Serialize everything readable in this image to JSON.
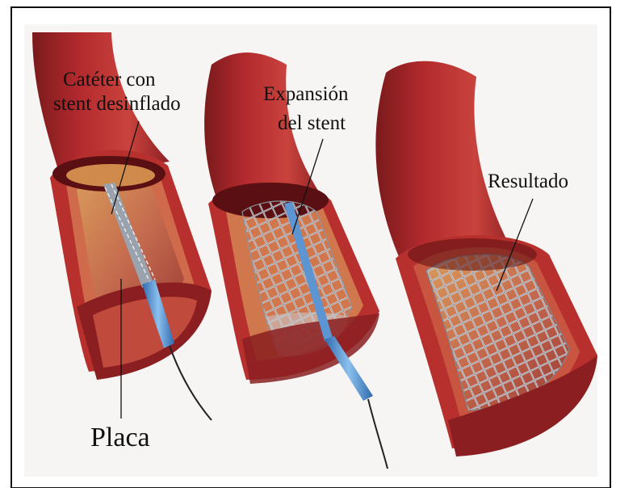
{
  "labels": {
    "catheter_line1": "Catéter con",
    "catheter_line2": "stent desinflado",
    "expansion_line1": "Expansión",
    "expansion_line2": "del stent",
    "result": "Resultado",
    "plaque": "Placa"
  },
  "colors": {
    "artery_outer": "#a8232c",
    "artery_dark": "#6e1418",
    "artery_wall": "#c8453f",
    "plaque": "#e0a34a",
    "lumen": "#b8574a",
    "catheter": "#4b86c8",
    "stent": "#c9ced6",
    "frame": "#111111"
  }
}
